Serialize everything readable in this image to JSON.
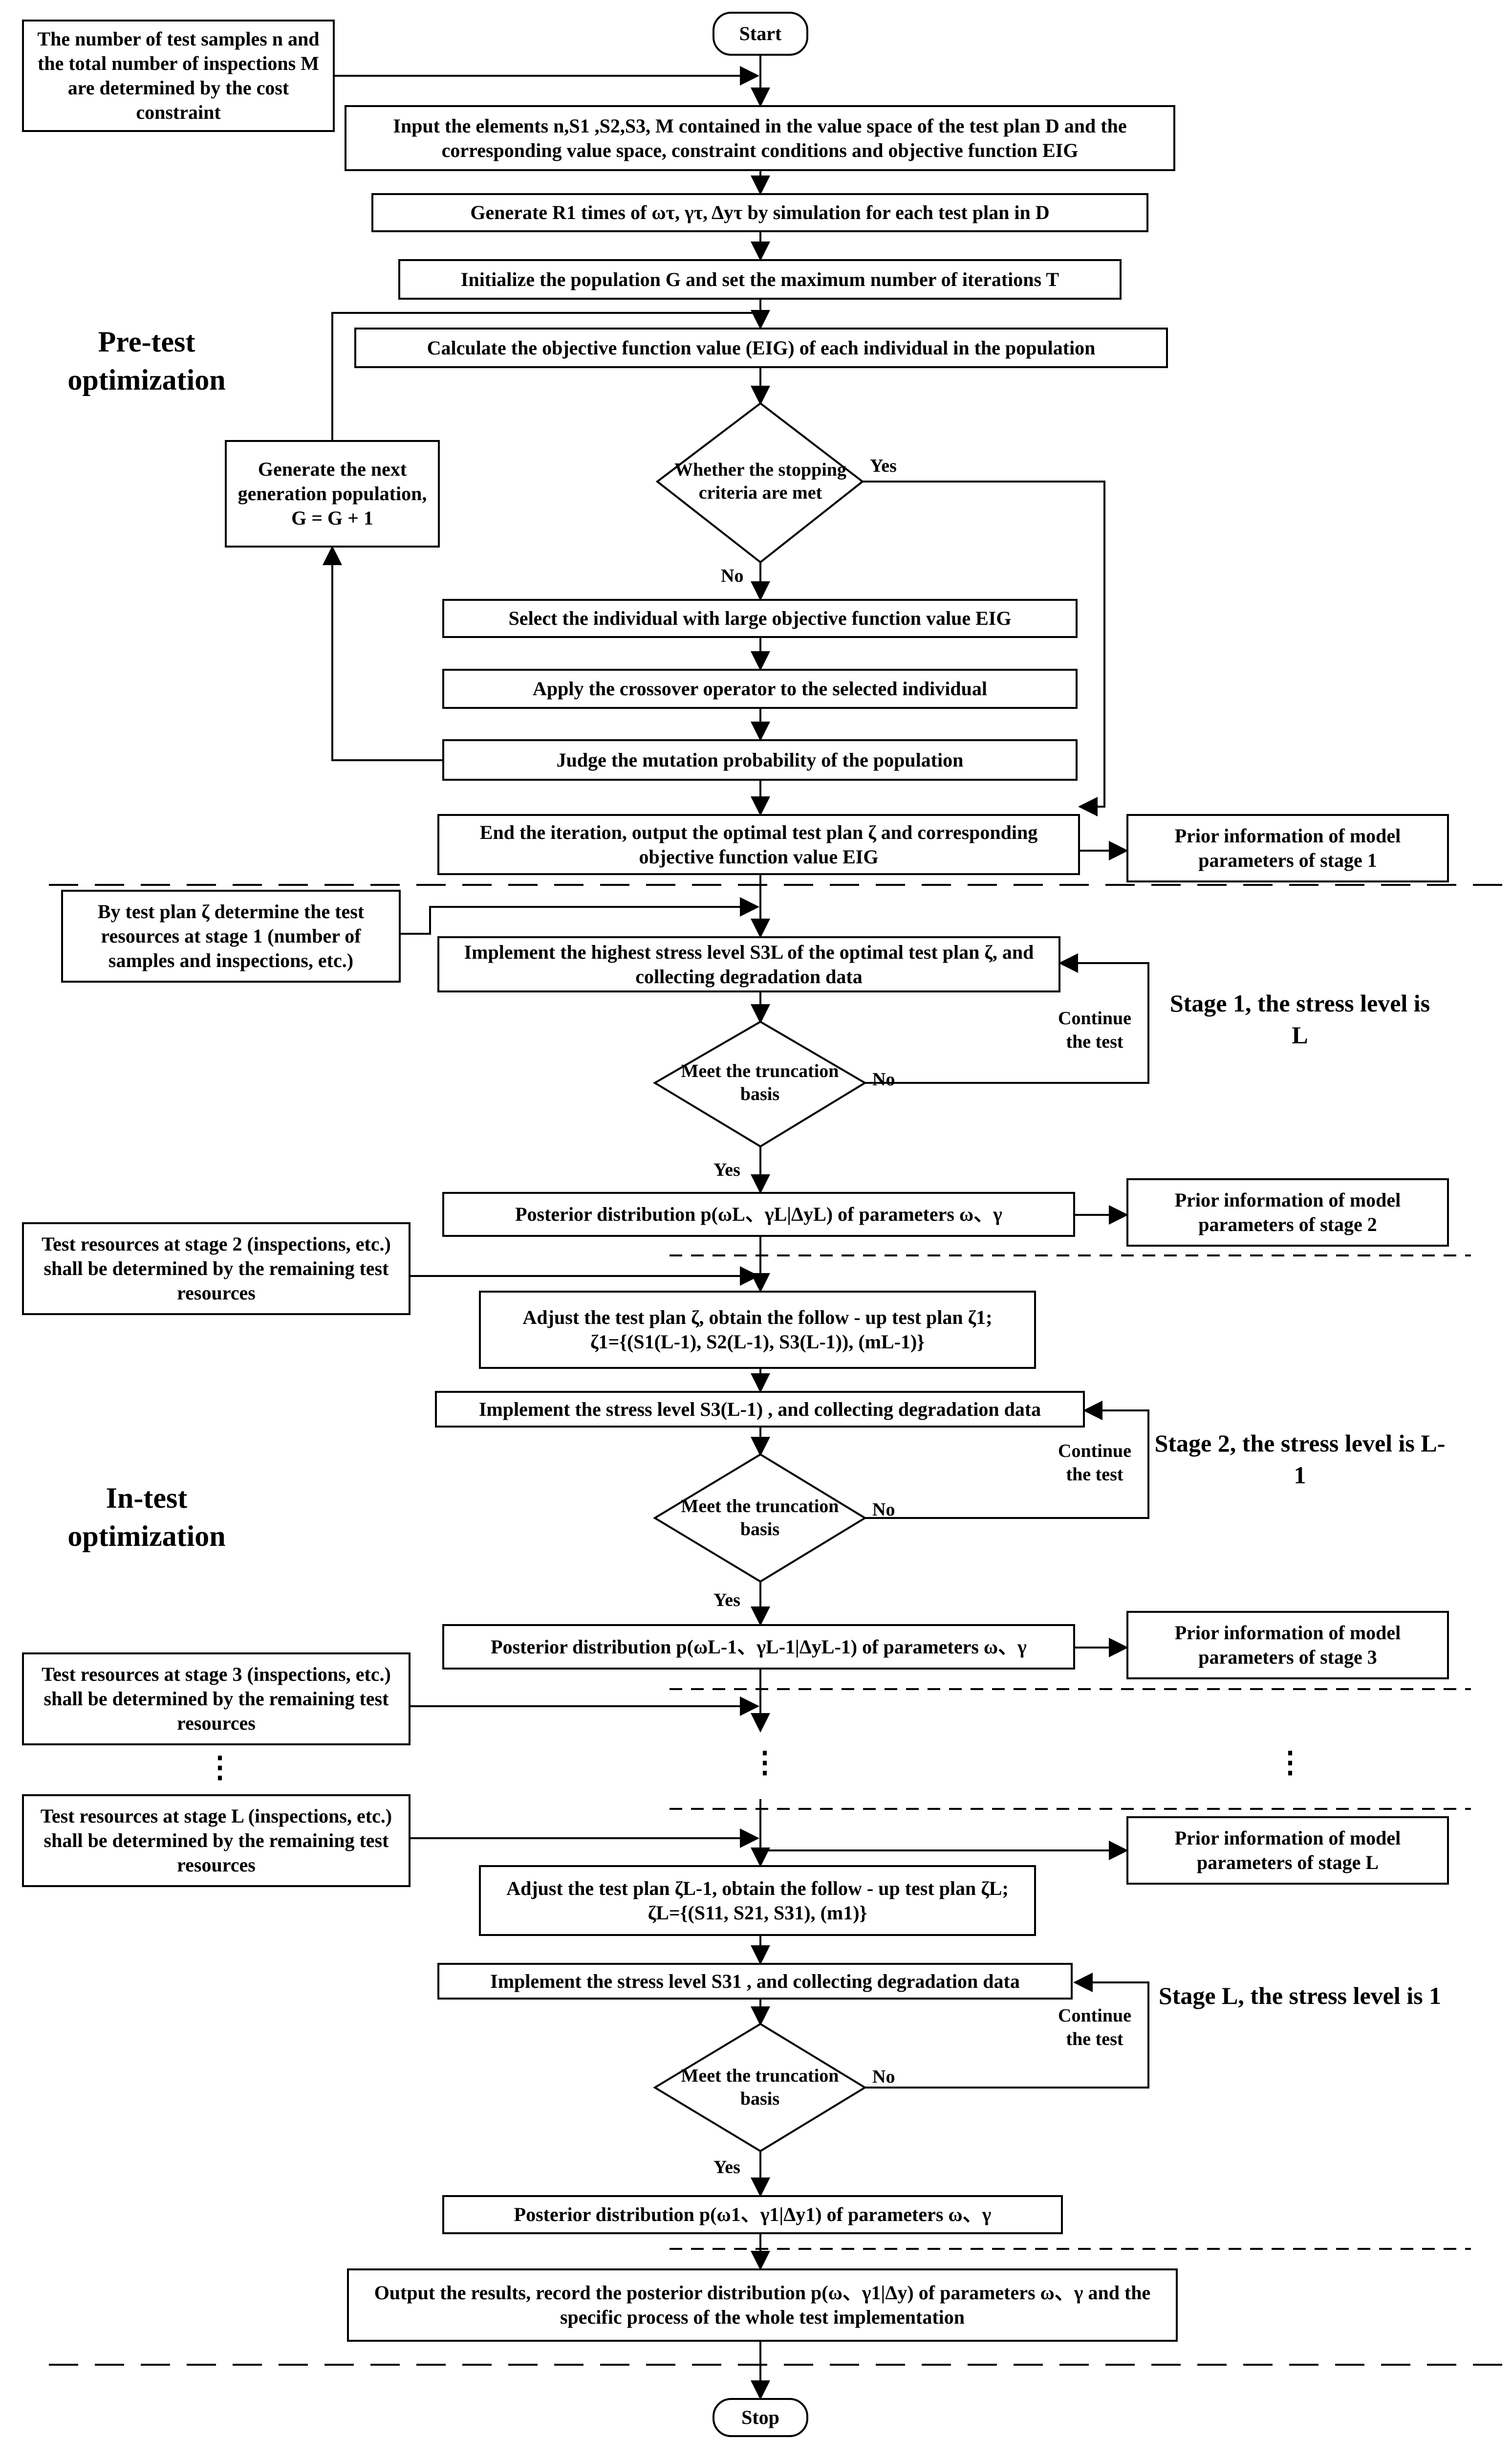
{
  "terminals": {
    "start": "Start",
    "stop": "Stop"
  },
  "sections": {
    "pre_test": "Pre-test optimization",
    "in_test": "In-test optimization"
  },
  "side_notes": {
    "cost_constraint": "The number of test samples n and the total number of inspections M are determined by the cost constraint",
    "stage1_resources": "By test plan ζ determine the test resources at stage 1 (number of samples and inspections, etc.)",
    "stage2_resources": "Test resources at stage 2 (inspections, etc.) shall be determined by the remaining test resources",
    "stage3_resources": "Test resources at stage 3 (inspections, etc.) shall be determined by the remaining test resources",
    "stageL_resources": "Test resources at stage L (inspections, etc.) shall be determined by the remaining test resources"
  },
  "pretest_steps": {
    "input_elements": "Input the elements n,S1 ,S2,S3, M contained in the value space of the test plan D and the corresponding value space, constraint conditions and objective function EIG",
    "generate_samples": "Generate R1 times of ωτ, γτ, Δyτ by simulation for each test plan in D",
    "initialize_population": "Initialize the population G and set the maximum number of iterations T",
    "calculate_objective": "Calculate the objective function value (EIG) of each individual in the population",
    "stopping_criteria": "Whether the stopping criteria are met",
    "next_generation": "Generate the next generation population, G = G + 1",
    "select_individual": "Select the individual with large objective function value EIG",
    "crossover": "Apply the crossover operator to the selected individual",
    "mutation": "Judge the mutation probability of the population",
    "end_iteration": "End the iteration, output the optimal test plan ζ and corresponding objective function value EIG",
    "prior_stage1": "Prior information of model parameters of stage 1"
  },
  "stage1": {
    "label": "Stage 1, the stress level is L",
    "implement": "Implement the highest stress level S3L of the optimal test plan ζ, and collecting degradation data",
    "truncation": "Meet the truncation basis",
    "continue": "Continue the test",
    "posterior": "Posterior distribution p(ωL、γL|ΔyL) of parameters ω、γ",
    "prior_next": "Prior information of model parameters of stage 2"
  },
  "stage2": {
    "label": "Stage 2, the stress level is L-1",
    "adjust": "Adjust the test plan ζ, obtain the follow - up test plan ζ1;",
    "adjust_formula": "ζ1={(S1(L-1), S2(L-1), S3(L-1)), (mL-1)}",
    "implement": "Implement the stress level S3(L-1) , and collecting degradation data",
    "truncation": "Meet the truncation basis",
    "continue": "Continue the test",
    "posterior": "Posterior distribution p(ωL-1、γL-1|ΔyL-1) of parameters ω、γ",
    "prior_next": "Prior information of model parameters of stage 3"
  },
  "stageL": {
    "label": "Stage L, the stress level is 1",
    "prior": "Prior information of model parameters of stage L",
    "adjust": "Adjust the test plan ζL-1, obtain the follow - up test plan ζL;",
    "adjust_formula": "ζL={(S11, S21, S31), (m1)}",
    "implement": "Implement the stress level S31 , and collecting degradation data",
    "truncation": "Meet the truncation basis",
    "continue": "Continue the test",
    "posterior": "Posterior distribution p(ω1、γ1|Δy1) of parameters ω、γ"
  },
  "output": "Output the results, record the posterior distribution p(ω、γ1|Δy) of parameters ω、γ and the specific process of the whole test implementation",
  "branch_labels": {
    "yes": "Yes",
    "no": "No"
  },
  "ellipsis": "⋮"
}
